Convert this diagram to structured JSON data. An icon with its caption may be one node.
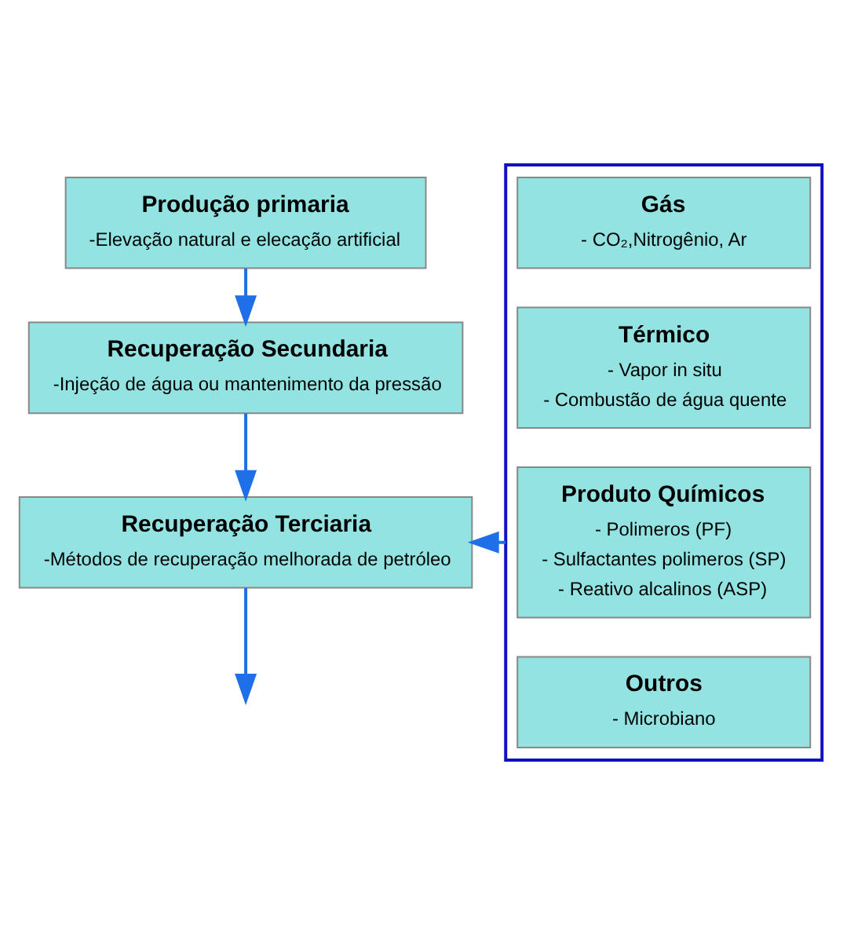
{
  "diagram": {
    "nodes": [
      {
        "text": [
          "Produção primaria",
          "-Elevação natural e elecação artificial"
        ]
      },
      {
        "text": [
          "Recuperação Secundaria",
          "-Injeção de água ou mantenimento da pressão"
        ]
      },
      {
        "text": [
          "Recuperação Terciaria",
          "-Métodos de recuperação melhorada de petróleo"
        ]
      },
      {
        "text": [],
        "shape": "box"
      },
      {
        "text": [
          "Gás",
          "- CO₂,Nitrogênio, Ar"
        ],
        "in": 3
      },
      {
        "text": [
          "Térmico",
          "- Vapor in situ",
          "- Combustão de água quente"
        ],
        "in": 3
      },
      {
        "text": [
          "Produto Químicos",
          "- Polimeros (PF)",
          "- Sulfactantes polimeros (SP)",
          "- Reativo alcalinos (ASP)"
        ],
        "in": 3
      },
      {
        "text": [
          "Outros",
          "- Microbiano"
        ],
        "in": 3
      }
    ],
    "edges": [
      {
        "from": 0,
        "to": 1,
        "arrow": "to"
      },
      {
        "from": 1,
        "to": 2,
        "arrow": "to"
      },
      {
        "from": 2,
        "to": null,
        "arrow": "to"
      },
      {
        "from": 3,
        "to": 2,
        "arrow": "to"
      }
    ]
  }
}
